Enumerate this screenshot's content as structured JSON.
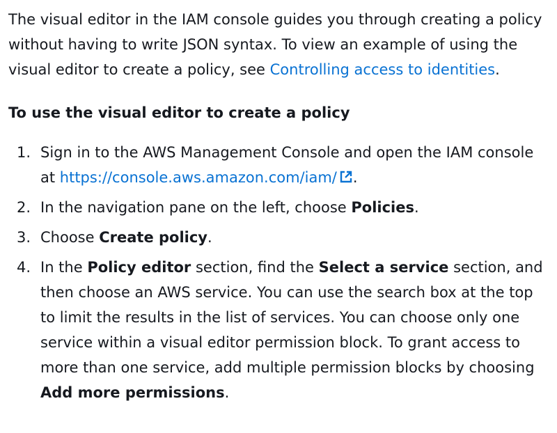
{
  "intro": {
    "text_before": "The visual editor in the IAM console guides you through creating a policy without having to write JSON syntax. To view an example of using the visual editor to create a policy, see ",
    "link_text": "Controlling access to identities",
    "text_after": "."
  },
  "procedure": {
    "title": "To use the visual editor to create a policy"
  },
  "steps": [
    {
      "number": "1.",
      "text_1": "Sign in to the AWS Management Console and open the IAM console at ",
      "link_text": "https://console.aws.amazon.com/iam/",
      "link_icon": "external-link-icon",
      "text_2": "."
    },
    {
      "number": "2.",
      "text_1": "In the navigation pane on the left, choose ",
      "bold_1": "Policies",
      "text_2": "."
    },
    {
      "number": "3.",
      "text_1": "Choose ",
      "bold_1": "Create policy",
      "text_2": "."
    },
    {
      "number": "4.",
      "text_1": "In the ",
      "bold_1": "Policy editor",
      "text_2": " section, find the ",
      "bold_2": "Select a service",
      "text_3": " section, and then choose an AWS service. You can use the search box at the top to limit the results in the list of services. You can choose only one service within a visual editor permission block. To grant access to more than one service, add multiple permission blocks by choosing ",
      "bold_3": "Add more permissions",
      "text_4": "."
    }
  ],
  "colors": {
    "text": "#16191f",
    "link": "#0972d3"
  }
}
